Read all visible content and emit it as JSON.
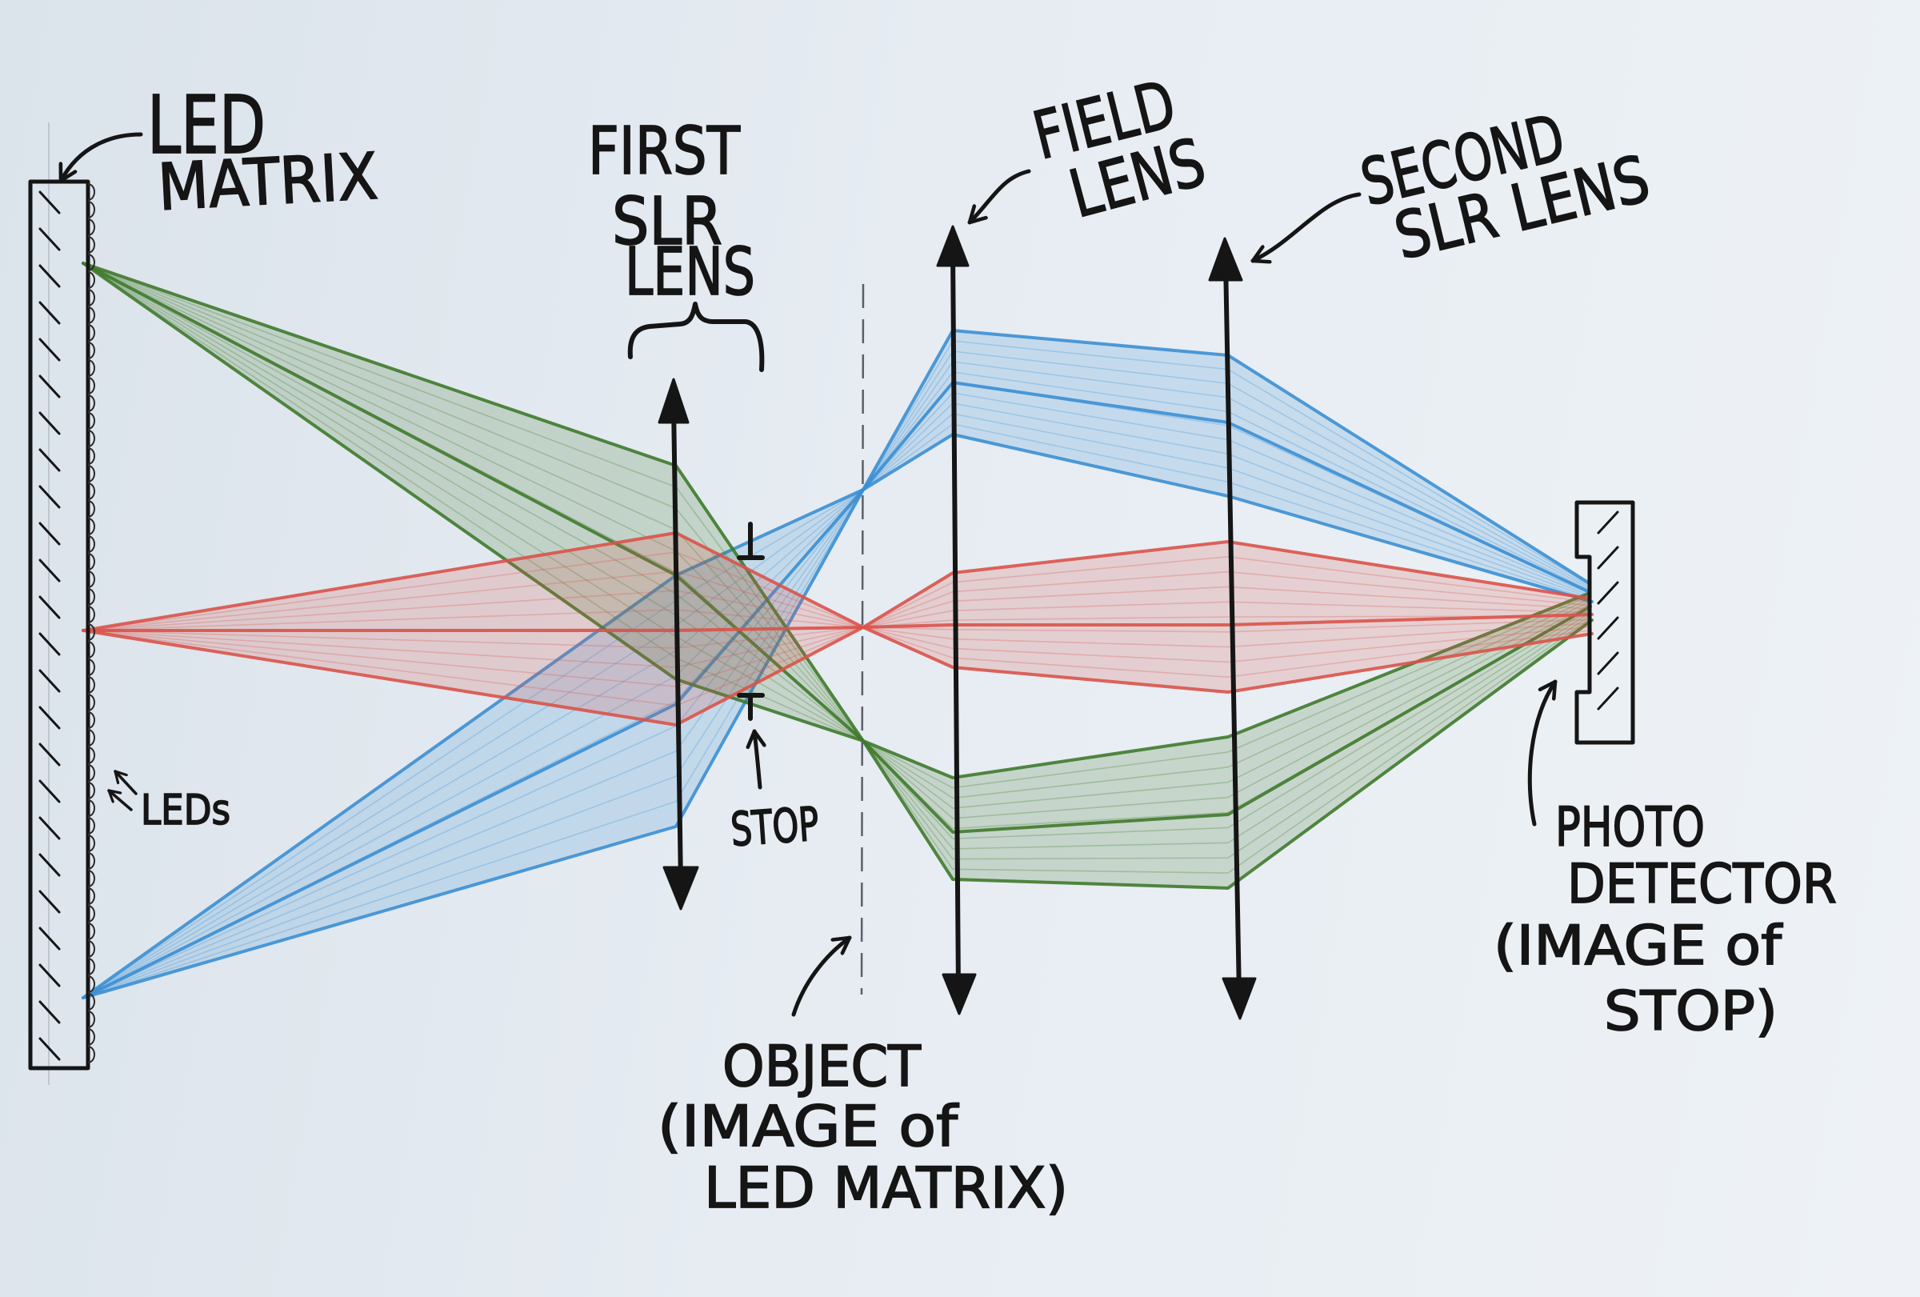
{
  "diagram": {
    "labels": {
      "led_matrix": [
        "LED",
        "MATRIX"
      ],
      "leds": "LEDs",
      "first_slr_lens": [
        "FIRST",
        "SLR",
        "LENS"
      ],
      "stop": "STOP",
      "field_lens": [
        "FIELD",
        "LENS"
      ],
      "second_slr_lens": [
        "SECOND",
        "SLR LENS"
      ],
      "object": [
        "OBJECT",
        "(IMAGE of",
        "LED MATRIX)"
      ],
      "photo_detector": [
        "PHOTO",
        "DETECTOR",
        "(IMAGE of",
        "STOP)"
      ]
    },
    "colors": {
      "paper": "#e7edf3",
      "ink": "#151515",
      "green_ray": "#3f7a2c",
      "blue_ray": "#3b8fd4",
      "red_ray": "#d9534a"
    }
  }
}
